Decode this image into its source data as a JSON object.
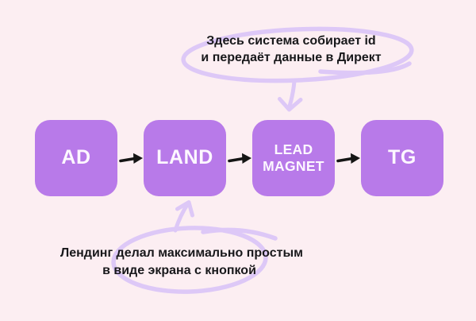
{
  "colors": {
    "background": "#FCEEF2",
    "node_fill": "#B87AE9",
    "node_text": "#FDF7FF",
    "annotation_stroke": "#DDC8F7",
    "flow_arrow": "#151515",
    "annotation_text": "#18181B"
  },
  "flow": {
    "nodes": [
      {
        "id": "ad",
        "lines": [
          "AD"
        ]
      },
      {
        "id": "land",
        "lines": [
          "LAND"
        ]
      },
      {
        "id": "lead-magnet",
        "lines": [
          "LEAD",
          "MAGNET"
        ]
      },
      {
        "id": "tg",
        "lines": [
          "TG"
        ]
      }
    ]
  },
  "annotations": {
    "top": {
      "line1": "Здесь система собирает id",
      "line2": "и передаёт данные в Директ"
    },
    "bottom": {
      "line1": "Лендинг делал максимально простым",
      "line2": "в виде экрана с кнопкой"
    }
  }
}
